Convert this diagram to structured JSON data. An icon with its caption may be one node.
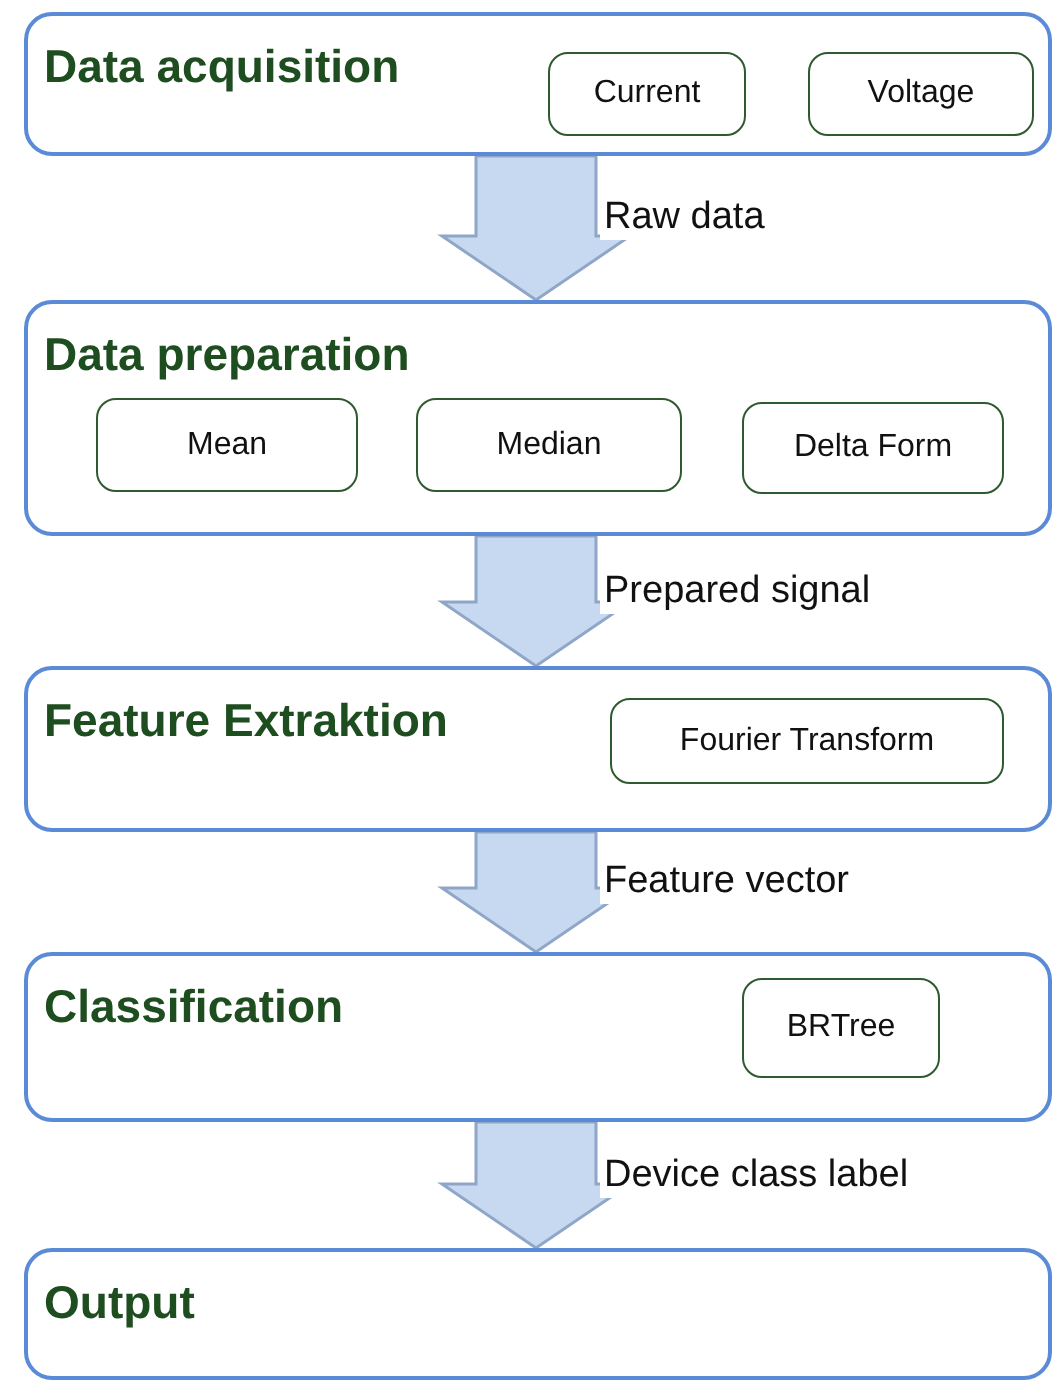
{
  "diagram": {
    "nodes": [
      {
        "text": [
          "Data acquisition"
        ]
      },
      {
        "text": [
          "Current"
        ],
        "in": 0
      },
      {
        "text": [
          "Voltage"
        ],
        "in": 0
      },
      {
        "text": [
          "Data preparation"
        ]
      },
      {
        "text": [
          "Mean"
        ],
        "in": 3
      },
      {
        "text": [
          "Median"
        ],
        "in": 3
      },
      {
        "text": [
          "Delta Form"
        ],
        "in": 3
      },
      {
        "text": [
          "Feature Extraktion"
        ]
      },
      {
        "text": [
          "Fourier Transform"
        ],
        "in": 7
      },
      {
        "text": [
          "Classification"
        ]
      },
      {
        "text": [
          "BRTree"
        ],
        "in": 9
      },
      {
        "text": [
          "Output"
        ]
      }
    ],
    "edges": [
      {
        "from": 0,
        "to": 3,
        "arrow": "to",
        "label": "Raw data"
      },
      {
        "from": 3,
        "to": 7,
        "arrow": "to",
        "label": "Prepared signal"
      },
      {
        "from": 7,
        "to": 9,
        "arrow": "to",
        "label": "Feature vector"
      },
      {
        "from": 9,
        "to": 11,
        "arrow": "to",
        "label": "Device class label"
      }
    ]
  }
}
